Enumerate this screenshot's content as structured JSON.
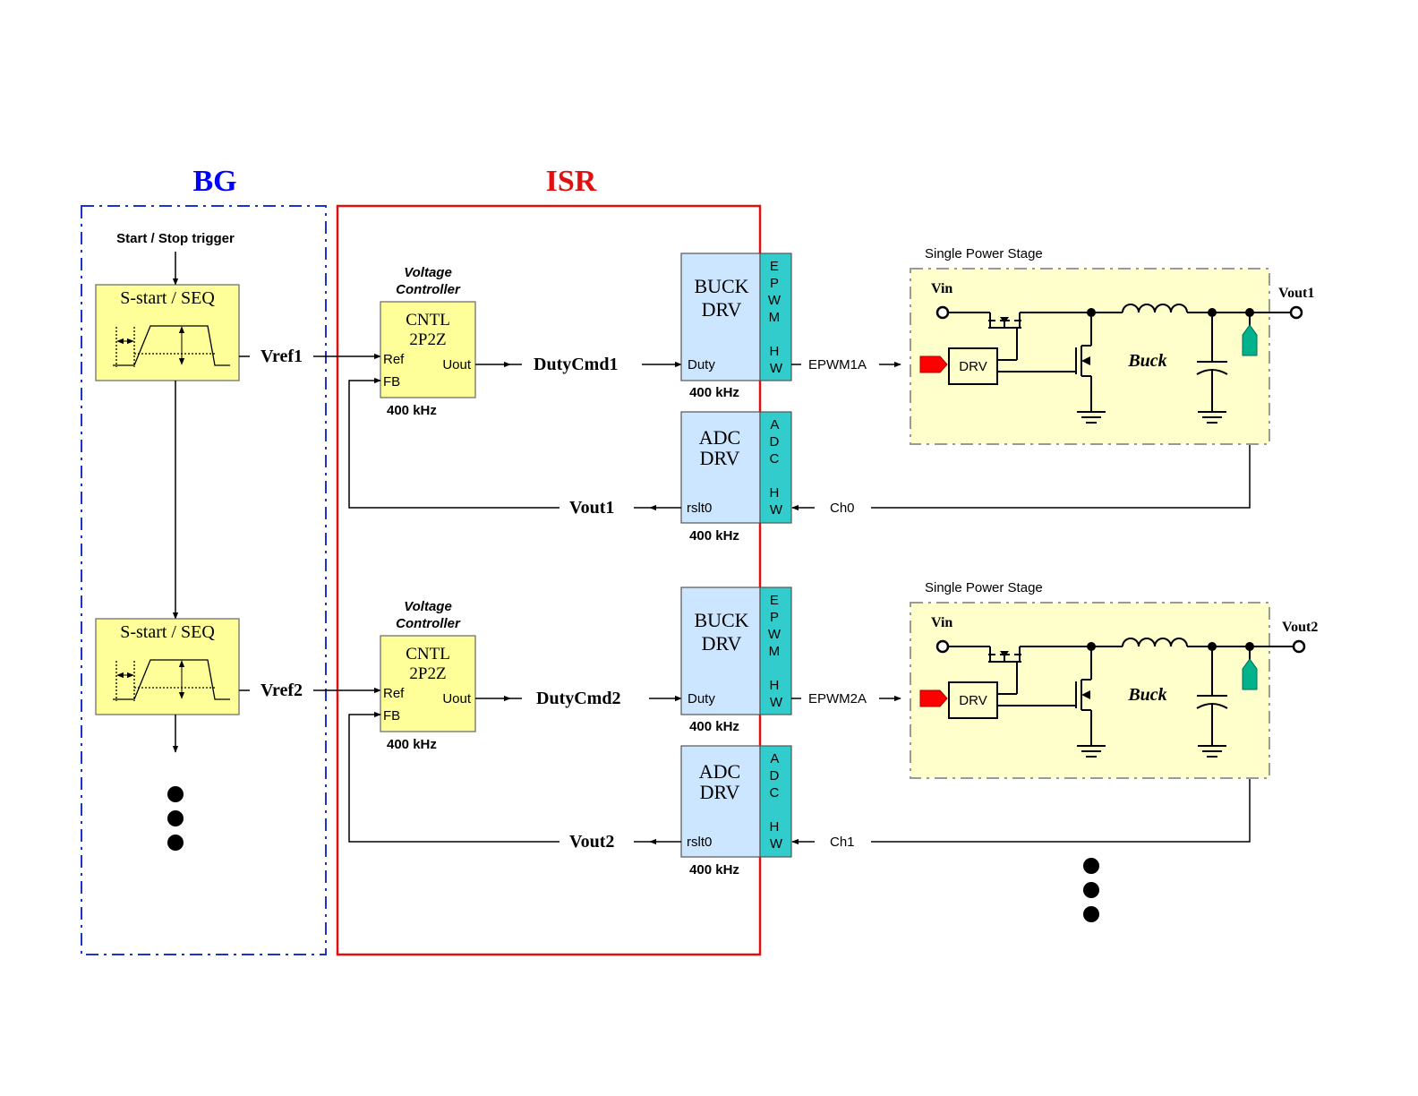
{
  "regions": {
    "bg": {
      "title": "BG",
      "color": "#0000ff"
    },
    "isr": {
      "title": "ISR",
      "color": "#e01010"
    }
  },
  "trigger_label": "Start / Stop trigger",
  "colors": {
    "yellow_box": "#ffff99",
    "blue_box": "#cce6ff",
    "teal_strip": "#33cccc",
    "stage_fill": "#ffffcc",
    "red_marker": "#ff0000",
    "green_marker": "#00b38c"
  },
  "channels": [
    {
      "sstart": {
        "label": "S-start / SEQ"
      },
      "vref": "Vref1",
      "controller": {
        "caption_line1": "Voltage",
        "caption_line2": "Controller",
        "title_line1": "CNTL",
        "title_line2": "2P2Z",
        "ref": "Ref",
        "fb": "FB",
        "uout": "Uout",
        "freq": "400 kHz"
      },
      "dutycmd": "DutyCmd1",
      "buck_drv": {
        "line1": "BUCK",
        "line2": "DRV",
        "port": "Duty",
        "freq": "400 kHz",
        "hw": [
          "E",
          "P",
          "W",
          "M",
          "",
          "H",
          "W"
        ]
      },
      "adc_drv": {
        "line1": "ADC",
        "line2": "DRV",
        "port": "rslt0",
        "freq": "400 kHz",
        "hw": [
          "A",
          "D",
          "C",
          "",
          "H",
          "W"
        ]
      },
      "epwm": "EPWM1A",
      "adc_ch": "Ch0",
      "vout_fb": "Vout1",
      "stage": {
        "title": "Single Power Stage",
        "vin": "Vin",
        "vout": "Vout1",
        "drv": "DRV",
        "buck": "Buck"
      }
    },
    {
      "sstart": {
        "label": "S-start / SEQ"
      },
      "vref": "Vref2",
      "controller": {
        "caption_line1": "Voltage",
        "caption_line2": "Controller",
        "title_line1": "CNTL",
        "title_line2": "2P2Z",
        "ref": "Ref",
        "fb": "FB",
        "uout": "Uout",
        "freq": "400 kHz"
      },
      "dutycmd": "DutyCmd2",
      "buck_drv": {
        "line1": "BUCK",
        "line2": "DRV",
        "port": "Duty",
        "freq": "400 kHz",
        "hw": [
          "E",
          "P",
          "W",
          "M",
          "",
          "H",
          "W"
        ]
      },
      "adc_drv": {
        "line1": "ADC",
        "line2": "DRV",
        "port": "rslt0",
        "freq": "400 kHz",
        "hw": [
          "A",
          "D",
          "C",
          "",
          "H",
          "W"
        ]
      },
      "epwm": "EPWM2A",
      "adc_ch": "Ch1",
      "vout_fb": "Vout2",
      "stage": {
        "title": "Single Power Stage",
        "vin": "Vin",
        "vout": "Vout2",
        "drv": "DRV",
        "buck": "Buck"
      }
    }
  ]
}
